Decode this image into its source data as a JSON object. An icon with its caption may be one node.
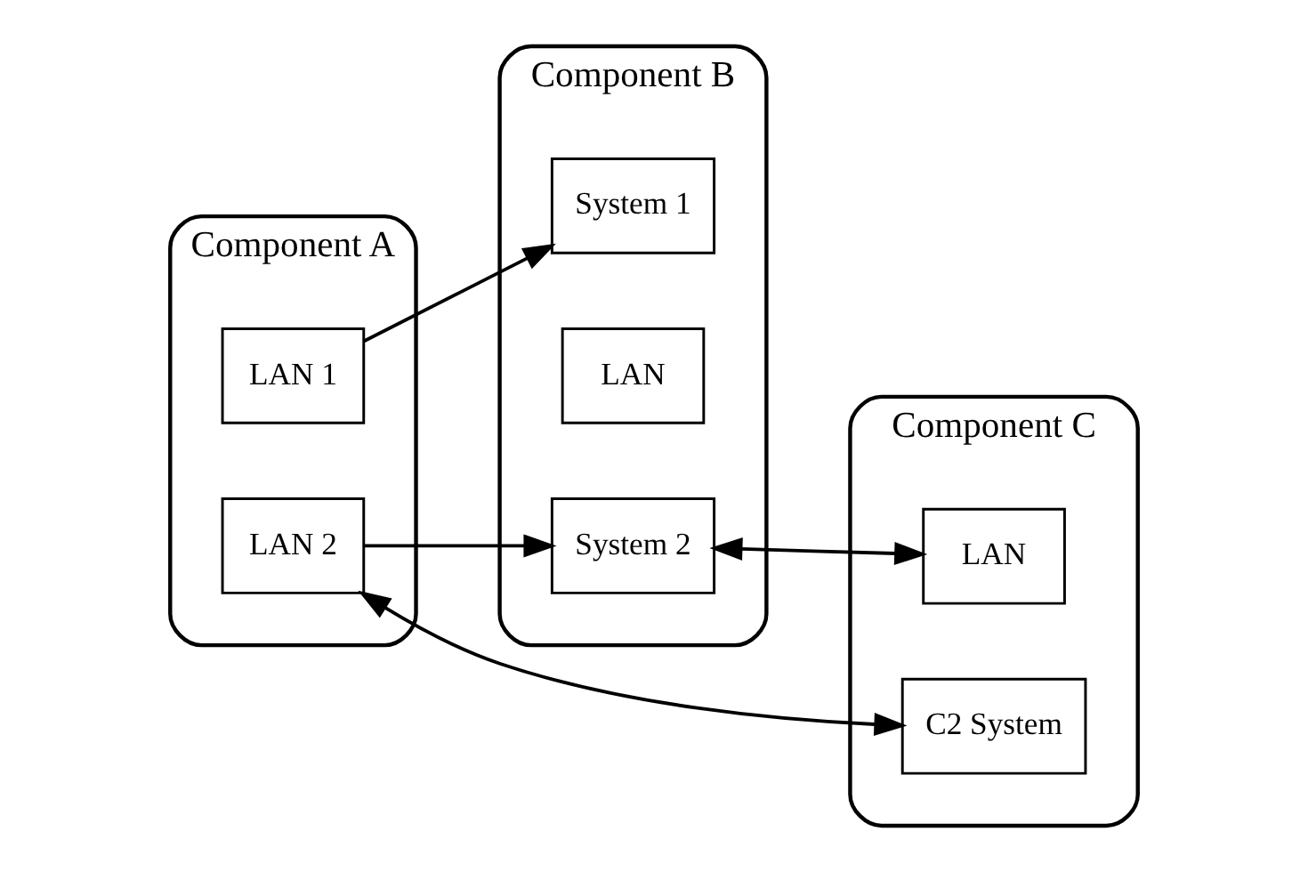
{
  "diagram": {
    "nodes": [
      {
        "text": [
          "Component A"
        ]
      },
      {
        "text": [
          "LAN 1"
        ],
        "in": 0
      },
      {
        "text": [
          "LAN 2"
        ],
        "in": 0
      },
      {
        "text": [
          "Component B"
        ]
      },
      {
        "text": [
          "System 1"
        ],
        "in": 3
      },
      {
        "text": [
          "LAN"
        ],
        "in": 3
      },
      {
        "text": [
          "System 2"
        ],
        "in": 3
      },
      {
        "text": [
          "Component C"
        ]
      },
      {
        "text": [
          "LAN"
        ],
        "in": 7
      },
      {
        "text": [
          "C2 System"
        ],
        "in": 7
      }
    ],
    "edges": [
      {
        "from": 1,
        "to": 4,
        "arrow": "to"
      },
      {
        "from": 2,
        "to": 6,
        "arrow": "to"
      },
      {
        "from": 2,
        "to": 9,
        "arrow": "both"
      },
      {
        "from": 6,
        "to": 8,
        "arrow": "both"
      }
    ]
  }
}
